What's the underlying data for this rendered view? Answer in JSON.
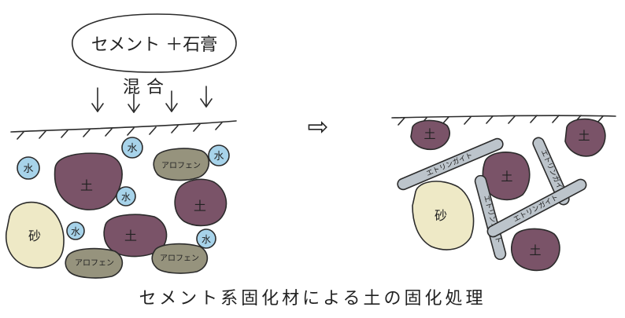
{
  "bubble_text": "セメント ＋石膏",
  "mix_label": "混合",
  "transition_arrow": "⇨",
  "caption": "セメント系固化材による土の固化処理",
  "labels": {
    "water": "水",
    "soil": "土",
    "sand": "砂",
    "allophane": "アロフェン",
    "ettringite": "エトリンガイト"
  },
  "colors": {
    "soil": "#7a5368",
    "water": "#a7d3ea",
    "sand": "#eee9c6",
    "allophane": "#96937d",
    "ettringite": "#bcc4cb",
    "outline": "#2b2b2b"
  }
}
